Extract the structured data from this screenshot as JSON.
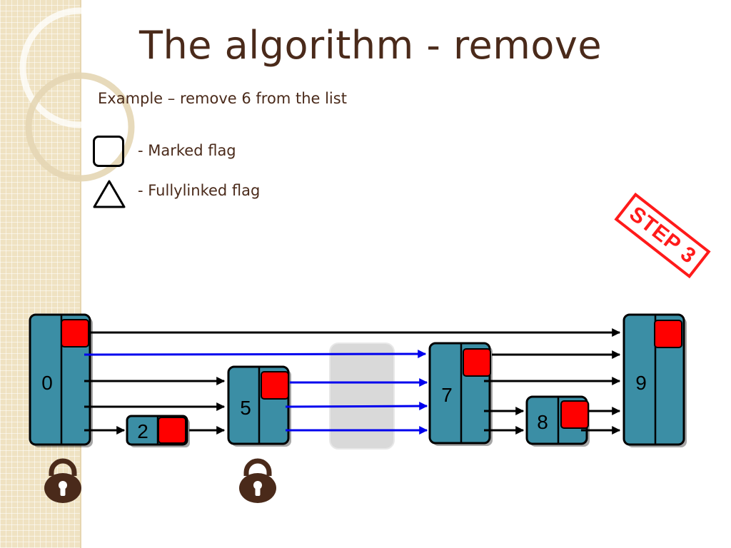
{
  "slide": {
    "title": "The algorithm - remove",
    "subtitle": "Example – remove 6 from the list"
  },
  "legend": {
    "marked_label": "- Marked flag",
    "fullylinked_label": "- Fullylinked flag"
  },
  "step_label": "STEP 3",
  "colors": {
    "title_text": "#4a2a1a",
    "node_fill": "#3b8ea5",
    "flag_fill": "#ff0000",
    "link_black": "#000000",
    "link_blue": "#0000ee",
    "stamp": "#ff1a1a",
    "removed_node": "#d9d9d9",
    "side_panel": "#efe2c2"
  },
  "nodes": [
    {
      "key": "0",
      "locked": true
    },
    {
      "key": "2",
      "locked": false
    },
    {
      "key": "5",
      "locked": true
    },
    {
      "key": "",
      "removed": true
    },
    {
      "key": "7",
      "locked": false
    },
    {
      "key": "8",
      "locked": false
    },
    {
      "key": "9",
      "locked": false
    }
  ],
  "icons": [
    "lock-icon",
    "marked-flag-icon",
    "fullylinked-flag-icon"
  ]
}
